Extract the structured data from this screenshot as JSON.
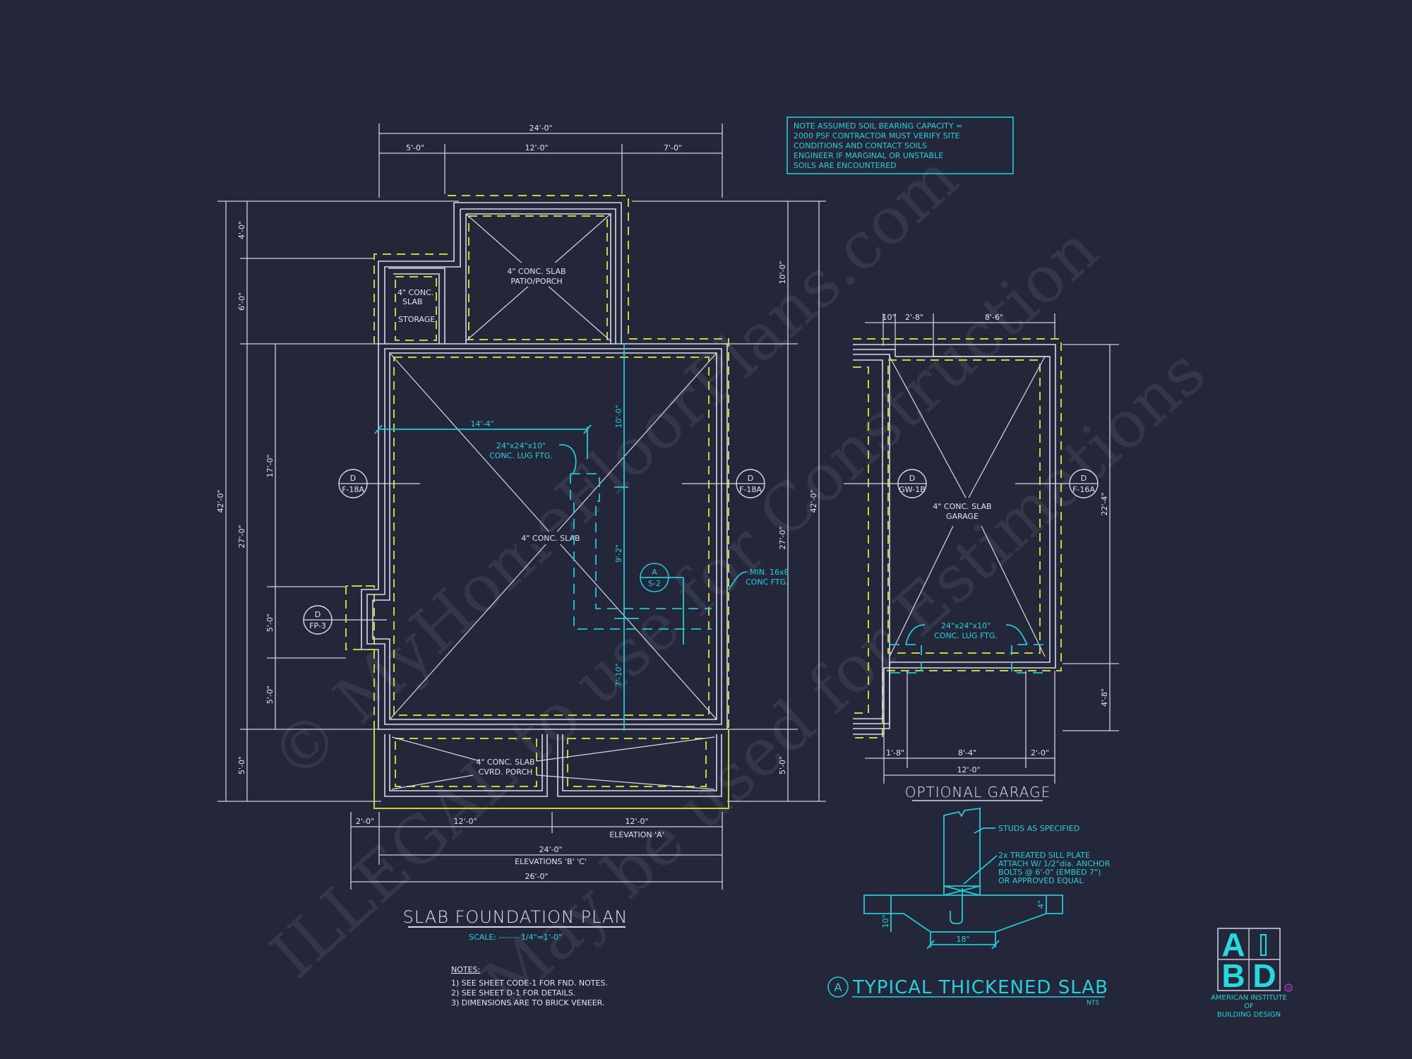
{
  "drawing": {
    "background_color": "#232739",
    "line_color": "#d9d9e6",
    "footing_dash_color": "#c9d23a",
    "annotation_color": "#22c8d6"
  },
  "watermark": {
    "line1": "© MyHomeFloorPlans.com",
    "line2": "ILLEGAL to use for Construction",
    "line3": "May be used for Estimations"
  },
  "soil_note": {
    "lines": [
      "NOTE ASSUMED SOIL BEARING CAPACITY =",
      "2000 PSF CONTRACTOR MUST VERIFY SITE",
      "CONDITIONS AND CONTACT SOILS",
      "ENGINEER IF MARGINAL OR UNSTABLE",
      "SOILS ARE ENCOUNTERED"
    ]
  },
  "main_plan": {
    "title": "SLAB FOUNDATION PLAN",
    "scale": "SCALE: ------- 1/4\"=1'-0\"",
    "top_dims": {
      "overall": "24'-0\"",
      "seg1": "5'-0\"",
      "seg2": "12'-0\"",
      "seg3": "7'-0\""
    },
    "left_dims": {
      "overall": "42'-0\"",
      "seg_a": "4'-0\"",
      "seg_b": "6'-0\"",
      "seg_c": "27'-0\"",
      "seg_d": "5'-0\"",
      "inner_a": "17'-0\"",
      "inner_b": "5'-0\"",
      "inner_c": "5'-0\""
    },
    "right_dims": {
      "overall": "42'-0\"",
      "seg_a": "10'-0\"",
      "seg_b": "27'-0\"",
      "seg_c": "5'-0\""
    },
    "bottom_dims": {
      "seg1": "2'-0\"",
      "seg2": "12'-0\"",
      "seg3": "12'-0\"",
      "elev_a": "ELEVATION 'A'",
      "mid": "24'-0\"",
      "elev_bc": "ELEVATIONS 'B' 'C'",
      "overall": "26'-0\""
    },
    "interior_dims": {
      "horizontal": "14'-4\"",
      "v1": "10'-0\"",
      "v2": "9'-2\"",
      "v3": "7'-10\""
    },
    "rooms": {
      "storage": [
        "4\" CONC.",
        "SLAB",
        "STORAGE"
      ],
      "patio": [
        "4\" CONC. SLAB",
        "PATIO/PORCH"
      ],
      "main": [
        "4\" CONC. SLAB"
      ],
      "porch": [
        "4\" CONC. SLAB",
        "CVRD. PORCH"
      ]
    },
    "callouts": {
      "lug_ftg": [
        "24\"x24\"x10\"",
        "CONC. LUG FTG."
      ],
      "min_ftg": [
        "MIN. 16x8",
        "CONC FTG."
      ]
    },
    "section_tags": [
      {
        "top": "D",
        "bottom": "F-18A"
      },
      {
        "top": "D",
        "bottom": "F-18A"
      },
      {
        "top": "D",
        "bottom": "FP-3"
      },
      {
        "top": "A",
        "bottom": "S-2"
      }
    ],
    "notes": {
      "heading": "NOTES:",
      "items": [
        "1)  SEE SHEET CODE-1 FOR FND. NOTES.",
        "2)  SEE SHEET D-1 FOR DETAILS.",
        "3)  DIMENSIONS ARE TO BRICK VENEER."
      ]
    }
  },
  "garage_plan": {
    "title": "OPTIONAL GARAGE",
    "top_dims": {
      "seg1": "10\"",
      "seg2": "2'-8\"",
      "seg3": "8'-6\""
    },
    "right_dims": {
      "seg1": "22'-4\"",
      "seg2": "4'-8\""
    },
    "bottom_dims": {
      "seg1": "1'-8\"",
      "seg2": "8'-4\"",
      "seg3": "2'-0\"",
      "overall": "12'-0\""
    },
    "room": [
      "4\" CONC. SLAB",
      "GARAGE"
    ],
    "callout": [
      "24\"x24\"x10\"",
      "CONC. LUG FTG."
    ],
    "section_tags": [
      {
        "top": "D",
        "bottom": "GW-1B"
      },
      {
        "top": "D",
        "bottom": "F-16A"
      }
    ]
  },
  "slab_detail": {
    "tag": "A",
    "title": "TYPICAL THICKENED SLAB",
    "subtitle": "NTS",
    "labels": {
      "studs": "STUDS AS SPECIFIED",
      "sill": [
        "2x  TREATED SILL PLATE",
        "ATTACH W/ 1/2\"dia. ANCHOR",
        "BOLTS @ 6'-0\" (EMBED 7\")",
        "OR APPROVED EQUAL"
      ],
      "slab_thickness": "4\"",
      "edge_depth": "10\"",
      "footing_width": "18\""
    }
  },
  "logo": {
    "letters": [
      "A",
      "I",
      "B",
      "D"
    ],
    "registered": "®",
    "name_lines": [
      "AMERICAN INSTITUTE",
      "OF",
      "BUILDING DESIGN"
    ]
  }
}
